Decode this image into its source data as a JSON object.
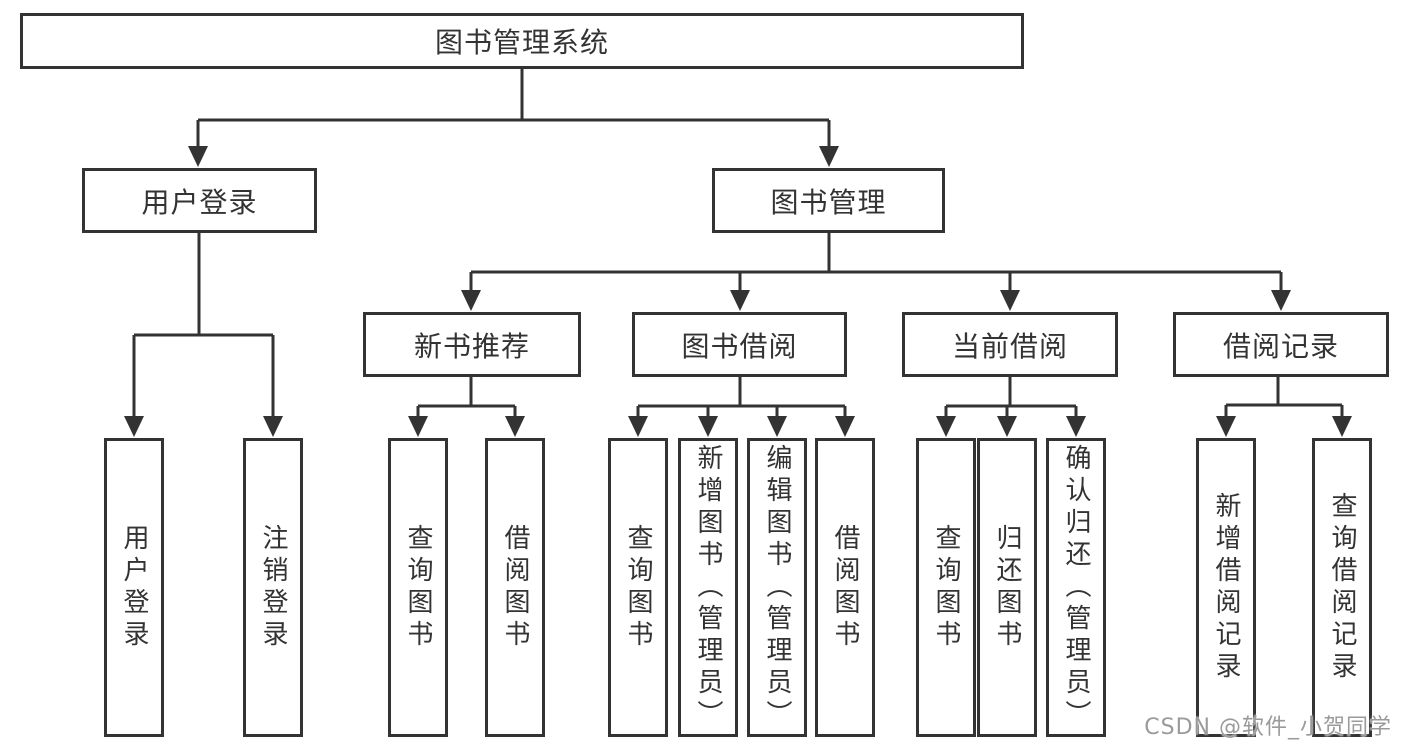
{
  "diagram": {
    "title": "图书管理系统",
    "children": [
      {
        "label": "用户登录",
        "children": [
          {
            "label": "用户登录"
          },
          {
            "label": "注销登录"
          }
        ]
      },
      {
        "label": "图书管理",
        "children": [
          {
            "label": "新书推荐",
            "children": [
              {
                "label": "查询图书"
              },
              {
                "label": "借阅图书"
              }
            ]
          },
          {
            "label": "图书借阅",
            "children": [
              {
                "label": "查询图书"
              },
              {
                "label": "新增图书（管理员）"
              },
              {
                "label": "编辑图书（管理员）"
              },
              {
                "label": "借阅图书"
              }
            ]
          },
          {
            "label": "当前借阅",
            "children": [
              {
                "label": "查询图书"
              },
              {
                "label": "归还图书"
              },
              {
                "label": "确认归还（管理员）"
              }
            ]
          },
          {
            "label": "借阅记录",
            "children": [
              {
                "label": "新增借阅记录"
              },
              {
                "label": "查询借阅记录"
              }
            ]
          }
        ]
      }
    ]
  },
  "watermark": {
    "text": "CSDN @软件_小贺同学"
  },
  "colors": {
    "line": "#333333",
    "box_border": "#333333",
    "box_fill": "#ffffff",
    "text": "#333333",
    "watermark": "#9a9a9a",
    "background": "#ffffff"
  }
}
